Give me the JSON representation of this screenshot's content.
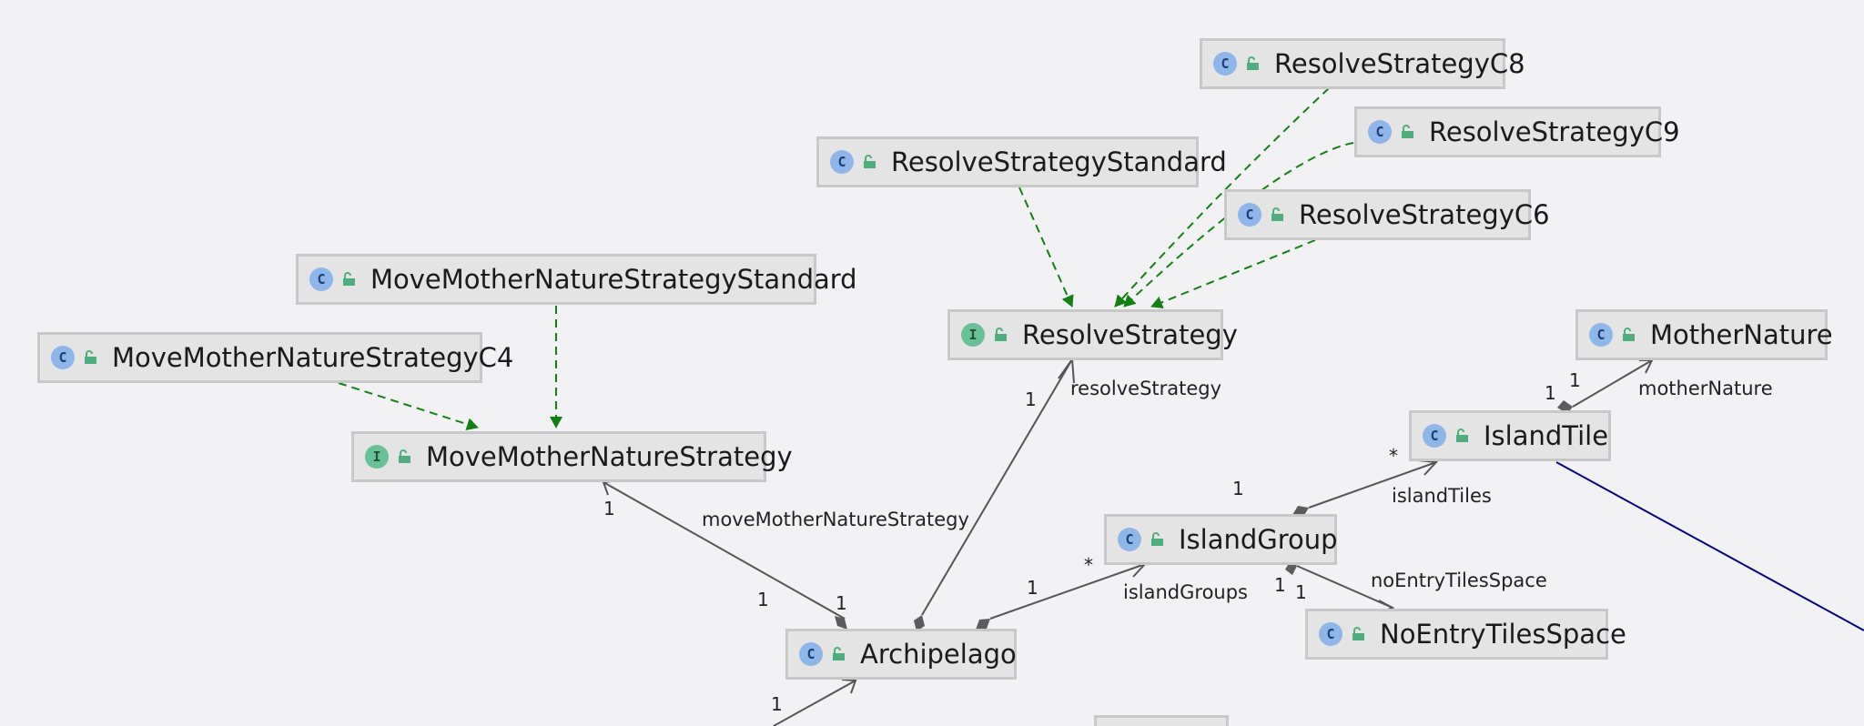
{
  "diagram": {
    "nodes": [
      {
        "id": "resolve-strategy-c8",
        "kind": "C",
        "name": "ResolveStrategyC8"
      },
      {
        "id": "resolve-strategy-c9",
        "kind": "C",
        "name": "ResolveStrategyC9"
      },
      {
        "id": "resolve-strategy-standard",
        "kind": "C",
        "name": "ResolveStrategyStandard"
      },
      {
        "id": "resolve-strategy-c6",
        "kind": "C",
        "name": "ResolveStrategyC6"
      },
      {
        "id": "move-mother-nature-strategy-standard",
        "kind": "C",
        "name": "MoveMotherNatureStrategyStandard"
      },
      {
        "id": "resolve-strategy",
        "kind": "I",
        "name": "ResolveStrategy"
      },
      {
        "id": "mother-nature",
        "kind": "C",
        "name": "MotherNature"
      },
      {
        "id": "move-mother-nature-strategy-c4",
        "kind": "C",
        "name": "MoveMotherNatureStrategyC4"
      },
      {
        "id": "move-mother-nature-strategy",
        "kind": "I",
        "name": "MoveMotherNatureStrategy"
      },
      {
        "id": "island-tile",
        "kind": "C",
        "name": "IslandTile"
      },
      {
        "id": "island-group",
        "kind": "C",
        "name": "IslandGroup"
      },
      {
        "id": "archipelago",
        "kind": "C",
        "name": "Archipelago"
      },
      {
        "id": "no-entry-tiles-space",
        "kind": "C",
        "name": "NoEntryTilesSpace"
      }
    ],
    "association_labels": {
      "resolve_strategy": "resolveStrategy",
      "mother_nature": "motherNature",
      "island_tiles": "islandTiles",
      "move_mother_nature_strategy": "moveMotherNatureStrategy",
      "no_entry_tiles_space": "noEntryTilesSpace",
      "island_groups": "islandGroups"
    },
    "multiplicities": {
      "one": "1",
      "many": "*"
    },
    "colors": {
      "realization": "#128012",
      "association": "#555555",
      "association_link": "#000080",
      "class_icon": "#8fb6e8",
      "interface_icon": "#69c197",
      "visibility_icon": "#4fae7e",
      "node_fill": "#e4e4e4",
      "node_border": "#c8c8c8"
    }
  }
}
